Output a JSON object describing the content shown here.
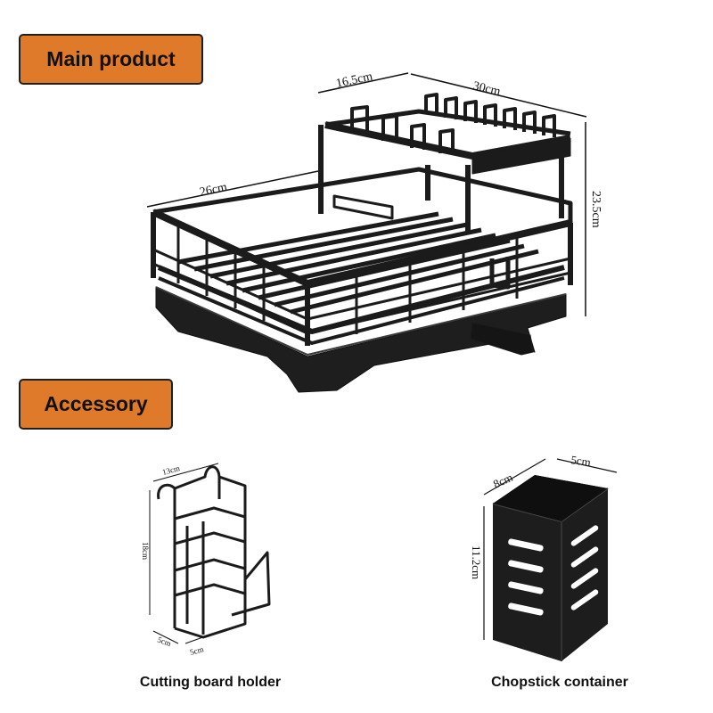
{
  "labels": {
    "main_product": "Main product",
    "accessory": "Accessory"
  },
  "main_dimensions": {
    "top_depth": "16.5cm",
    "width": "30cm",
    "depth": "26cm",
    "height": "23.5cm"
  },
  "cutting_board_holder": {
    "caption": "Cutting board holder",
    "width": "13cm",
    "height": "18cm",
    "depth_left": "5cm",
    "depth_right": "5cm"
  },
  "chopstick_container": {
    "caption": "Chopstick container",
    "depth": "8cm",
    "width": "5cm",
    "height": "11.2cm"
  },
  "colors": {
    "badge": "#e07a2b",
    "product": "#1b1b1b"
  }
}
